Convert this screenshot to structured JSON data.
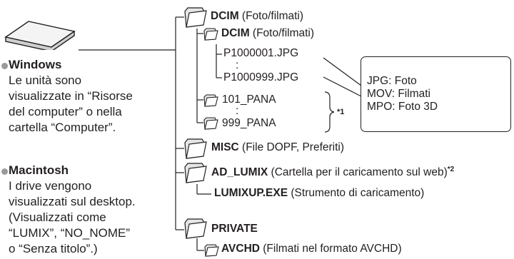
{
  "drive_icon": "usb-drive-icon",
  "sidebar": {
    "windows": {
      "heading": "Windows",
      "lines": [
        "Le unità sono",
        "visualizzate in “Risorse",
        "del computer” o nella",
        "cartella “Computer”."
      ]
    },
    "mac": {
      "heading": "Macintosh",
      "lines": [
        "I drive vengono",
        "visualizzati sul desktop.",
        "(Visualizzati come",
        "“LUMIX”, “NO_NOME”",
        "o “Senza titolo”.)"
      ]
    }
  },
  "tree": {
    "dcim_top": {
      "name": "DCIM",
      "desc": " (Foto/filmati)"
    },
    "dcim_sub": {
      "name": "DCIM",
      "desc": " (Foto/filmati)"
    },
    "file_first": "P1000001.JPG",
    "ellipsis": ":",
    "file_last": "P1000999.JPG",
    "folder_first": "101_PANA",
    "folder_last": "999_PANA",
    "folders_note": "*1",
    "misc": {
      "name": "MISC",
      "desc": " (File DOPF, Preferiti)"
    },
    "ad_lumix": {
      "name": "AD_LUMIX",
      "desc": " (Cartella per il caricamento sul web)",
      "note": "*2"
    },
    "lumixup": {
      "name": "LUMIXUP.EXE",
      "desc": " (Strumento di caricamento)"
    },
    "private": {
      "name": "PRIVATE"
    },
    "avchd": {
      "name": "AVCHD",
      "desc": " (Filmati nel formato AVCHD)"
    }
  },
  "callout": {
    "lines": [
      "JPG: Foto",
      "MOV: Filmati",
      "MPO: Foto 3D"
    ]
  },
  "colors": {
    "text": "#231f20",
    "bullet": "#9a9a9a",
    "folder_fill": "#ffffff"
  }
}
